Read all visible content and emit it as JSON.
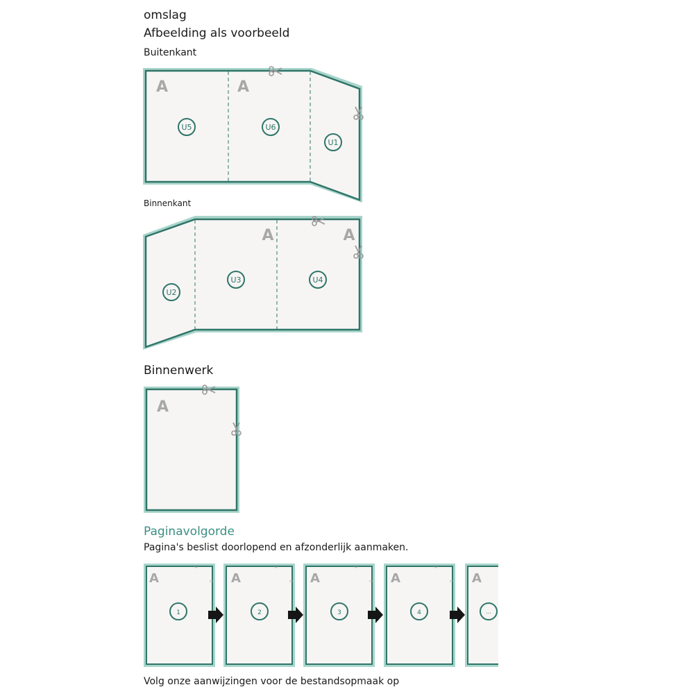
{
  "header": {
    "title": "omslag",
    "subtitle": "Afbeelding als voorbeeld"
  },
  "cover": {
    "outside": {
      "label": "Buitenkant",
      "panels": [
        "U5",
        "U6",
        "U1"
      ]
    },
    "inside": {
      "label": "Binnenkant",
      "panels": [
        "U2",
        "U3",
        "U4"
      ]
    },
    "orientation_mark": "A"
  },
  "inner": {
    "label": "Binnenwerk",
    "orientation_mark": "A"
  },
  "page_order": {
    "heading": "Paginavolgorde",
    "description": "Pagina's beslist doorlopend en afzonderlijk aanmaken.",
    "pages": [
      "1",
      "2",
      "3",
      "4",
      "..."
    ],
    "orientation_mark": "A"
  },
  "footer": {
    "text": "Volg onze aanwijzingen voor de bestandsopmaak op"
  },
  "colors": {
    "outline": "#2f7568",
    "bleed": "#a9d5cb",
    "paper": "#f6f5f4",
    "accent_text": "#3b8f84",
    "mark": "#a8a8a8",
    "arrow": "#151515"
  }
}
